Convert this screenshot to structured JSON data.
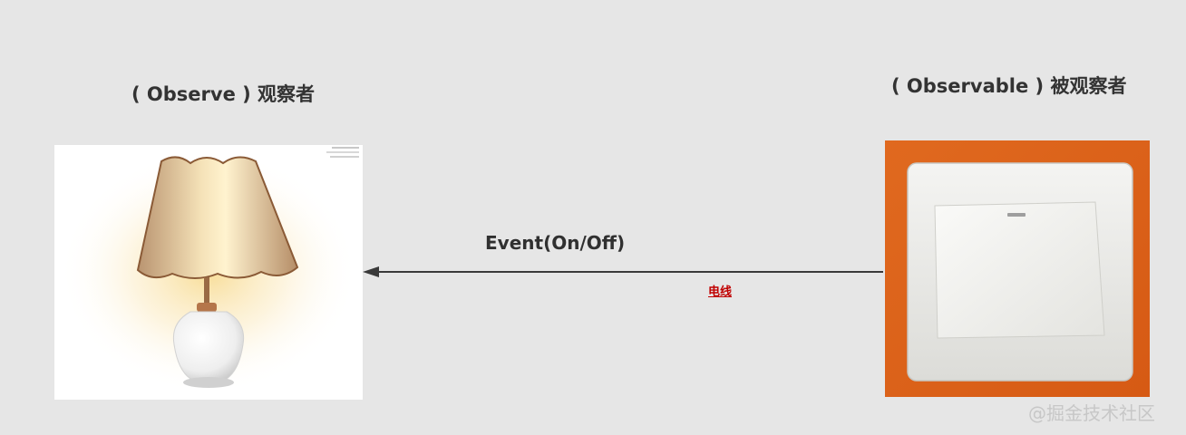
{
  "observer": {
    "title": "( Observe ) 观察者",
    "image_icon": "table-lamp-icon"
  },
  "observable": {
    "title": "( Observable ) 被观察者",
    "image_icon": "wall-light-switch-icon"
  },
  "connection": {
    "event_label": "Event(On/Off)",
    "wire_label": "电线",
    "direction": "from-observable-to-observer",
    "line_color": "#3a3a3a",
    "wire_label_color": "#c00000"
  },
  "watermark": "@掘金技术社区"
}
